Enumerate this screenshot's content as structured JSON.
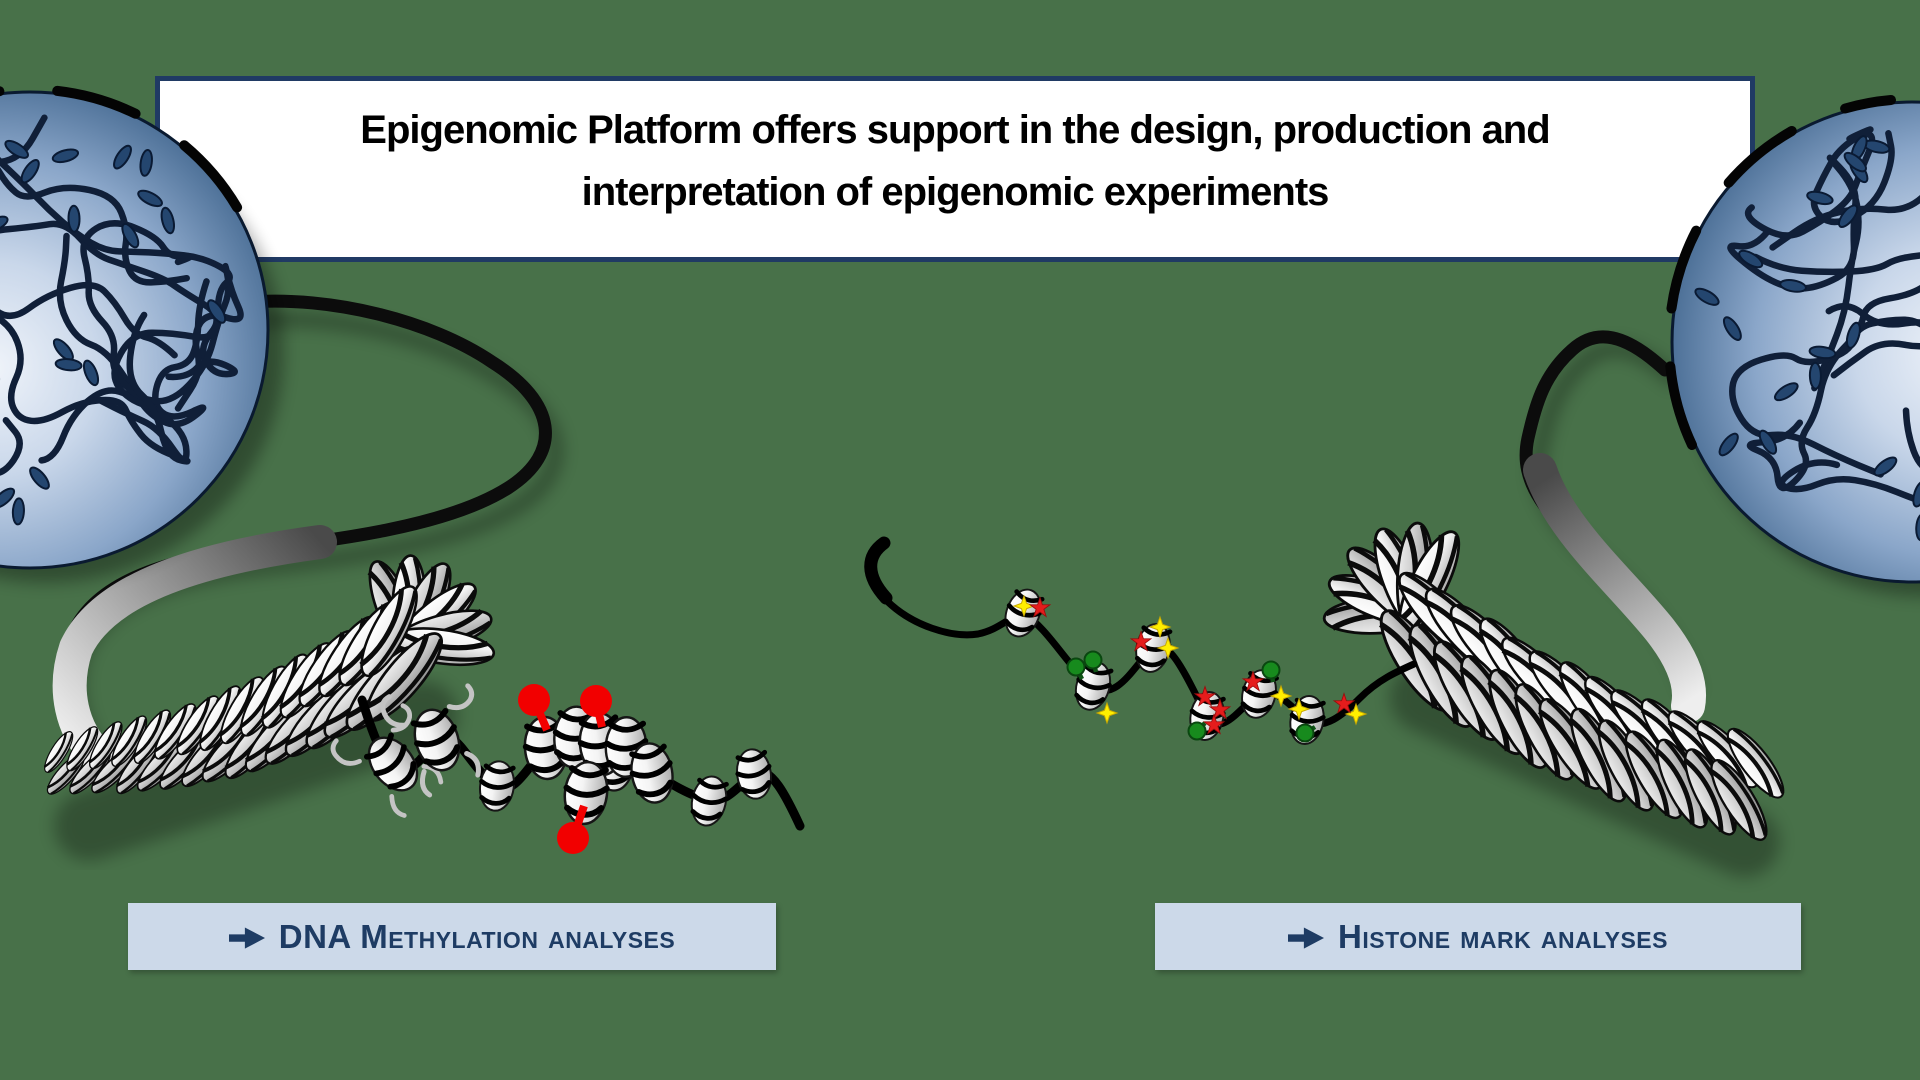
{
  "banner": {
    "title_line1": "Epigenomic Platform offers support in the design, production and",
    "title_line2": "interpretation of epigenomic experiments"
  },
  "labels": {
    "left": {
      "icon": "arrow-right",
      "text": "DNA Methylation analyses"
    },
    "right": {
      "icon": "arrow-right",
      "text": "Histone mark analyses"
    }
  },
  "colors": {
    "background": "#487149",
    "banner_background": "#ffffff",
    "banner_border": "#203a64",
    "title_text": "#000000",
    "label_box_background": "#ccd9e9",
    "label_text": "#1e3c64",
    "nucleus_blue_dark": "#17304f",
    "nucleus_blue_light": "#c9d7ea",
    "dna_strand_black": "#000000",
    "nucleosome_gray": "#ababab",
    "methylation_red": "#f20000",
    "histone_star_red": "#e51c1c",
    "histone_star_yellow": "#ffef00",
    "histone_mark_green": "#178a1d"
  }
}
